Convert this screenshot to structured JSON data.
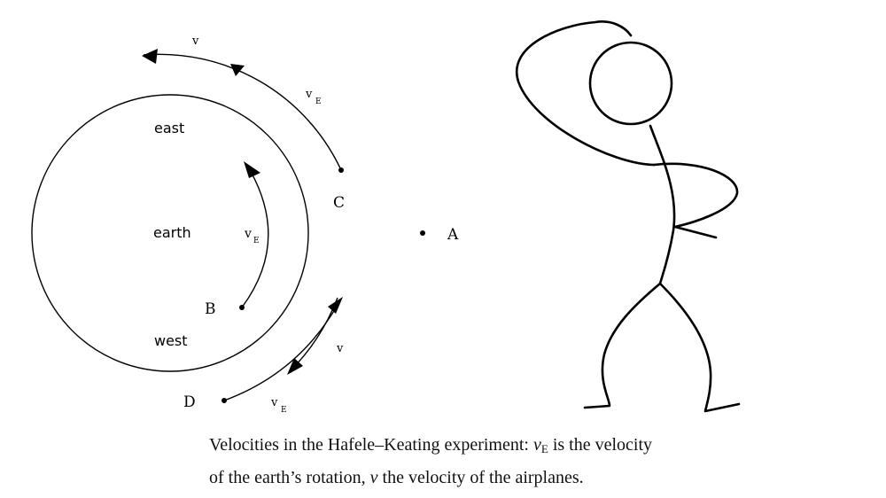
{
  "labels": {
    "east": "east",
    "earth": "earth",
    "west": "west",
    "point_a": "A",
    "point_b": "B",
    "point_c": "C",
    "point_d": "D",
    "v": "v",
    "v_e": "v",
    "subscript_e": "E"
  },
  "caption": {
    "line1_prefix": "Velocities in the Hafele–Keating experiment: ",
    "var_v": "v",
    "sub_e": "E",
    "line1_suffix": " is the velocity",
    "line2_prefix": "of the earth’s rotation, ",
    "line2_suffix": " the velocity of the airplanes."
  }
}
